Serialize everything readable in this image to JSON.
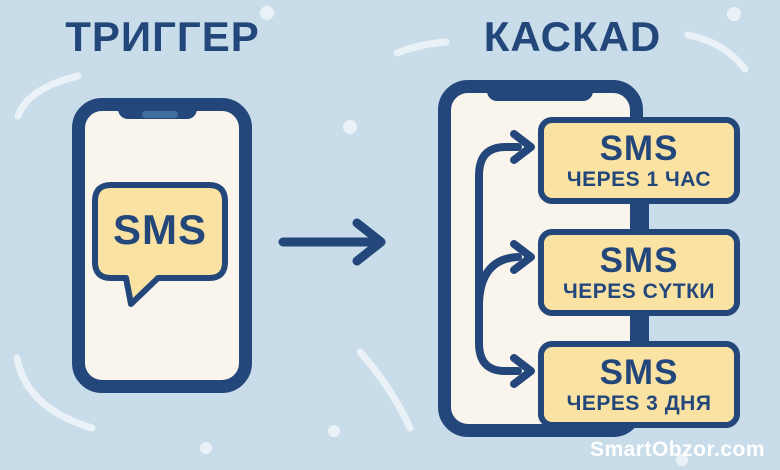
{
  "titles": {
    "left": "ТРИГГЕР",
    "right": "КАСКАD"
  },
  "trigger_phone": {
    "bubble_label": "SMS"
  },
  "cascade": {
    "cards": [
      {
        "title": "SMS",
        "subtitle": "ЧЕРЕS 1 ЧАС"
      },
      {
        "title": "SMS",
        "subtitle": "ЧЕРЕS СYТКИ"
      },
      {
        "title": "SMS",
        "subtitle": "ЧЕРЕS 3 ДНЯ"
      }
    ]
  },
  "watermark": "SmartObzor.com",
  "colors": {
    "background": "#C8DDE9",
    "navy": "#24477B",
    "cream": "#F9F5EC",
    "yellow": "#FAE2A3",
    "speaker_blue": "#3E6D9E",
    "decor_white": "rgba(255,255,255,0.62)",
    "watermark_white": "#FFFFFF"
  }
}
